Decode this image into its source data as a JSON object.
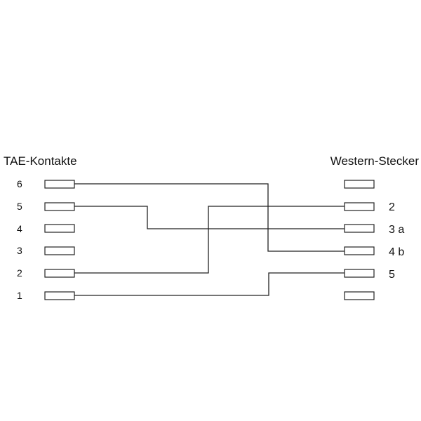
{
  "titles": {
    "left": "TAE-Kontakte",
    "right": "Western-Stecker"
  },
  "tae_contacts": [
    "6",
    "5",
    "4",
    "3",
    "2",
    "1"
  ],
  "western_plug": [
    "",
    "2",
    "3 a",
    "4 b",
    "5",
    ""
  ],
  "connections": [
    {
      "from": "6",
      "to": "4 b"
    },
    {
      "from": "5",
      "to": "3 a"
    },
    {
      "from": "2",
      "to": "2"
    },
    {
      "from": "1",
      "to": "5"
    }
  ],
  "colors": {
    "line": "#222222",
    "text": "#111111",
    "background": "#ffffff"
  }
}
